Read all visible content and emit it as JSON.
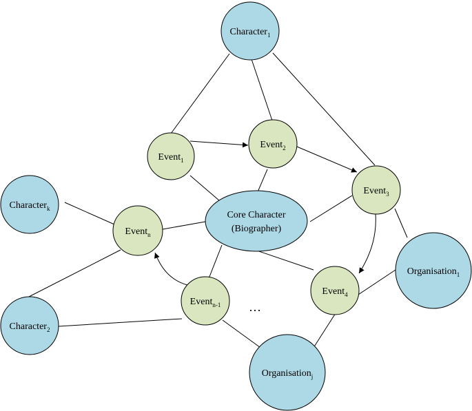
{
  "colors": {
    "character_fill": "#add8e6",
    "event_fill": "#d9e6bf",
    "core_fill": "#add8e6",
    "stroke": "#000000"
  },
  "nodes": {
    "character_1": {
      "text": "Character",
      "sub": "1"
    },
    "character_k": {
      "text": "Character",
      "sub": "k"
    },
    "character_2": {
      "text": "Character",
      "sub": "2"
    },
    "core": {
      "line1": "Core Character",
      "line2": "(Biographer)"
    },
    "event_1": {
      "text": "Event",
      "sub": "1"
    },
    "event_2": {
      "text": "Event",
      "sub": "2"
    },
    "event_3": {
      "text": "Event",
      "sub": "3"
    },
    "event_4": {
      "text": "Event",
      "sub": "4"
    },
    "event_n": {
      "text": "Event",
      "sub": "n"
    },
    "event_n_minus_1": {
      "text": "Event",
      "sub": "n-1"
    },
    "organisation_1": {
      "text": "Organisation",
      "sub": "1"
    },
    "organisation_j": {
      "text": "Organisation",
      "sub": "j"
    }
  },
  "ellipsis": "…"
}
